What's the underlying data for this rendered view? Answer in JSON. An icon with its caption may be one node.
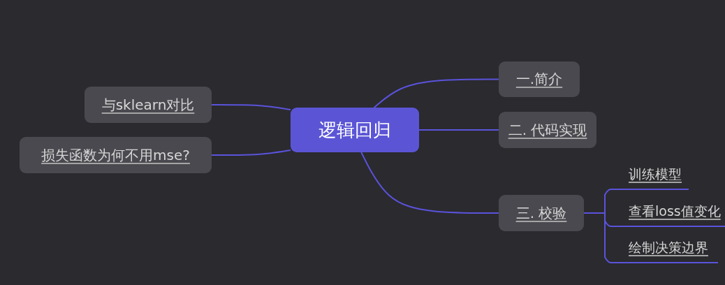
{
  "diagram": {
    "nodes": [
      {
        "text": [
          "逻辑回归"
        ]
      },
      {
        "text": [
          "与sklearn对比"
        ]
      },
      {
        "text": [
          "损失函数为何不用mse?"
        ]
      },
      {
        "text": [
          "一.简介"
        ]
      },
      {
        "text": [
          "二. 代码实现"
        ]
      },
      {
        "text": [
          "三. 校验"
        ]
      },
      {
        "text": [
          "训练模型"
        ]
      },
      {
        "text": [
          "查看loss值变化"
        ]
      },
      {
        "text": [
          "绘制决策边界"
        ]
      }
    ],
    "edges": [
      {
        "from": 0,
        "to": 1,
        "arrow": "none"
      },
      {
        "from": 0,
        "to": 2,
        "arrow": "none"
      },
      {
        "from": 0,
        "to": 3,
        "arrow": "none"
      },
      {
        "from": 0,
        "to": 4,
        "arrow": "none"
      },
      {
        "from": 0,
        "to": 5,
        "arrow": "none"
      },
      {
        "from": 5,
        "to": 6,
        "arrow": "none"
      },
      {
        "from": 5,
        "to": 7,
        "arrow": "none"
      },
      {
        "from": 5,
        "to": 8,
        "arrow": "none"
      }
    ]
  }
}
